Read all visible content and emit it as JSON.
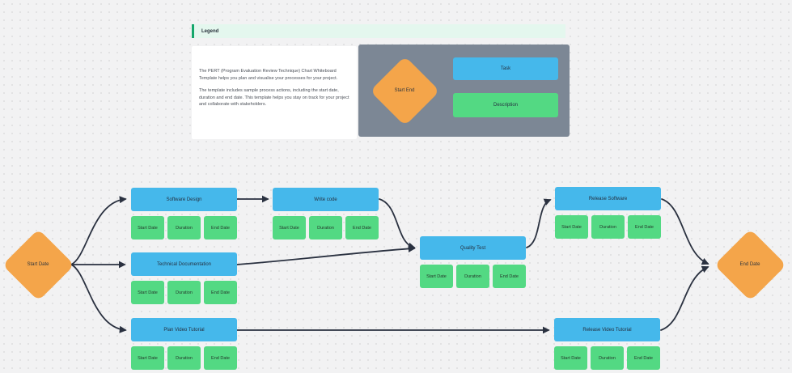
{
  "legend": {
    "header": "Legend",
    "description": {
      "p1": "The PERT (Program Evaluation Review Technique) Chart Whiteboard Template helps you plan and visualise your processes for your project.",
      "p2": "The template includes sample process actions, including the start date, duration and end date. This template helps you stay on track for your project and collaborate with stakeholders."
    },
    "example": {
      "diamond": "Start End",
      "task": "Task",
      "description": "Description"
    }
  },
  "diagram": {
    "start": "Start Date",
    "end": "End Date",
    "details": [
      "Start Date",
      "Duration",
      "End Date"
    ],
    "tasks": {
      "software_design": "Software Design",
      "write_code": "Write code",
      "quality_test": "Quality Test",
      "release_software": "Release Software",
      "technical_documentation": "Technical Documentation",
      "plan_video_tutorial": "Plan Video Tutorial",
      "release_video_tutorial": "Release Video Tutorial"
    }
  },
  "colors": {
    "canvas_background": "#f2f2f3",
    "dot_grid": "#dcdcde",
    "diamond_orange": "#f4a54a",
    "task_blue": "#45b8eb",
    "detail_green": "#53d983",
    "example_panel_gray": "#7c8795",
    "legend_bar_background": "#e4f7ee",
    "legend_bar_border": "#14a76b",
    "arrow": "#2a3140"
  }
}
